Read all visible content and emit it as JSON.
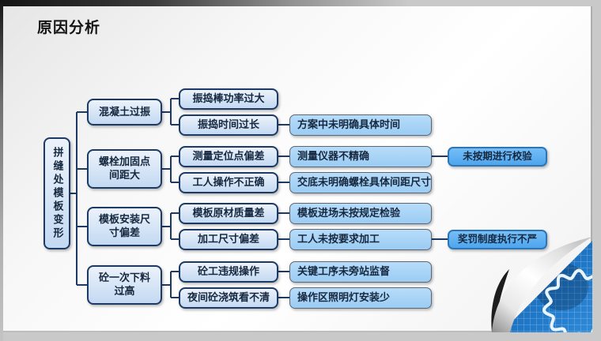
{
  "slide": {
    "title": "原因分析"
  },
  "diagram": {
    "root": {
      "label": "拼缝处模板变形"
    },
    "branches": [
      {
        "label": "混凝土过振",
        "children": [
          {
            "label": "振捣棒功率过大"
          },
          {
            "label": "振捣时间过长",
            "cause": {
              "label": "方案中未明确具体时间"
            }
          }
        ]
      },
      {
        "label": "螺栓加固点间距大",
        "children": [
          {
            "label": "测量定位点偏差",
            "cause": {
              "label": "测量仪器不精确",
              "cause": {
                "label": "未按期进行校验"
              }
            }
          },
          {
            "label": "工人操作不正确",
            "cause": {
              "label": "交底未明确螺栓具体间距尺寸"
            }
          }
        ]
      },
      {
        "label": "模板安装尺寸偏差",
        "children": [
          {
            "label": "模板原材质量差",
            "cause": {
              "label": "模板进场未按规定检验"
            }
          },
          {
            "label": "加工尺寸偏差",
            "cause": {
              "label": "工人未按要求加工",
              "cause": {
                "label": "奖罚制度执行不严"
              }
            }
          }
        ]
      },
      {
        "label": "砼一次下料过高",
        "children": [
          {
            "label": "砼工违规操作",
            "cause": {
              "label": "关键工序未旁站监督"
            }
          },
          {
            "label": "夜间砼浇筑看不清",
            "cause": {
              "label": "操作区照明灯安装少"
            }
          }
        ]
      }
    ]
  },
  "colors": {
    "connector": "#1c3a63",
    "node_border_dark": "#1c3a63",
    "node_fill_light": "#c3d9f2",
    "node_fill_medium": "#9bccf3",
    "node_fill_deep": "#4da5ee",
    "blueprint_blue": "#1f78c8",
    "slide_background": "#ffffff"
  },
  "decoration": {
    "corner": "page-curl-with-blueprint-gear"
  }
}
